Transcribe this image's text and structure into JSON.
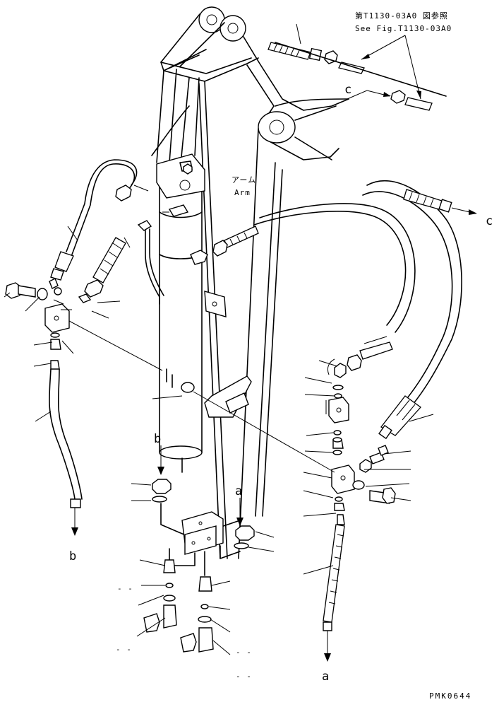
{
  "reference_note": {
    "jp": "第T1130-03A0 図参照",
    "en": "See Fig.T1130-03A0"
  },
  "arm_label": {
    "jp": "アーム",
    "en": "Arm"
  },
  "labels": {
    "a_top": "a",
    "a_bottom": "a",
    "b_top": "b",
    "b_bottom": "b",
    "c_top": "c",
    "c_right": "c"
  },
  "dashes": {
    "d1": "- -",
    "d2": "- -",
    "d3": "- -",
    "d4": "- -"
  },
  "drawing_code": "PMK0644"
}
